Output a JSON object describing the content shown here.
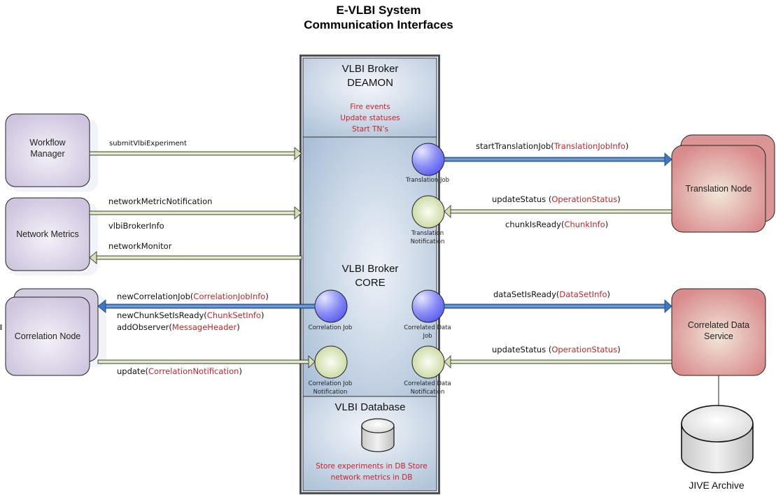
{
  "title": {
    "line1": "E-VLBI System",
    "line2": "Communication Interfaces"
  },
  "broker": {
    "deamon": {
      "title_line1": "VLBI Broker",
      "title_line2": "DEAMON",
      "notes": [
        "Fire events",
        "Update statuses",
        "Start TN’s"
      ]
    },
    "core": {
      "title_line1": "VLBI Broker",
      "title_line2": "CORE",
      "nodes": {
        "translation_job": {
          "label_lines": [
            "Translation Job"
          ],
          "type": "job"
        },
        "translation_notification": {
          "label_lines": [
            "Translation",
            "Notification"
          ],
          "type": "notification"
        },
        "correlation_job": {
          "label_lines": [
            "Correlation Job"
          ],
          "type": "job"
        },
        "correlated_data_job": {
          "label_lines": [
            "Correlated Data",
            "Job"
          ],
          "type": "job"
        },
        "correlation_job_notification": {
          "label_lines": [
            "Correlation Job",
            "Notification"
          ],
          "type": "notification"
        },
        "correlated_data_notification": {
          "label_lines": [
            "Correlated Data",
            "Notification"
          ],
          "type": "notification"
        }
      }
    },
    "database": {
      "title": "VLBI Database",
      "notes": [
        "Store experiments in DB Store",
        "network metrics in DB"
      ]
    }
  },
  "external": {
    "workflow_manager": {
      "label_lines": [
        "Workflow",
        "Manager"
      ]
    },
    "network_metrics": {
      "label_lines": [
        "Network Metrics"
      ]
    },
    "correlation_node": {
      "label_lines": [
        "Correlation Node"
      ]
    },
    "translation_node": {
      "label_lines": [
        "Translation Node"
      ]
    },
    "correlated_data_service": {
      "label_lines": [
        "Correlated Data",
        "Service"
      ]
    },
    "jive_archive": {
      "label": "JIVE Archive"
    }
  },
  "messages": {
    "submit": {
      "name": "submitVlbiExperiment",
      "param": ""
    },
    "network_metric_notification": {
      "name": "networkMetricNotification",
      "param": ""
    },
    "vlbi_broker_info": {
      "name": "vlbiBrokerInfo",
      "param": ""
    },
    "network_monitor": {
      "name": "networkMonitor",
      "param": ""
    },
    "new_correlation_job": {
      "name": "newCorrelationJob",
      "param": "CorrelationJobInfo"
    },
    "new_chunk_set_is_ready": {
      "name": "newChunkSetIsReady",
      "param": "ChunkSetInfo"
    },
    "add_observer": {
      "name": "addObserver",
      "param": "MessageHeader"
    },
    "update": {
      "name": "update",
      "param": "CorrelationNotification"
    },
    "start_translation_job": {
      "name": "startTranslationJob",
      "param": "TranslationJobInfo"
    },
    "update_status_tn": {
      "name": "updateStatus ",
      "param": "OperationStatus"
    },
    "chunk_is_ready": {
      "name": "chunkIsReady",
      "param": "ChunkInfo"
    },
    "data_set_is_ready": {
      "name": "dataSetIsReady",
      "param": "DataSetInfo"
    },
    "update_status_cds": {
      "name": "updateStatus ",
      "param": "OperationStatus"
    }
  },
  "colors": {
    "client_box": "#d9d1e6",
    "service_box": "#d98d8d",
    "job_circle": "#6f74f2",
    "notification_circle": "#cfdca6",
    "blue_arrow": "#3f77c1",
    "green_arrow": "#d3dfb2",
    "param_text": "#c0262d"
  }
}
